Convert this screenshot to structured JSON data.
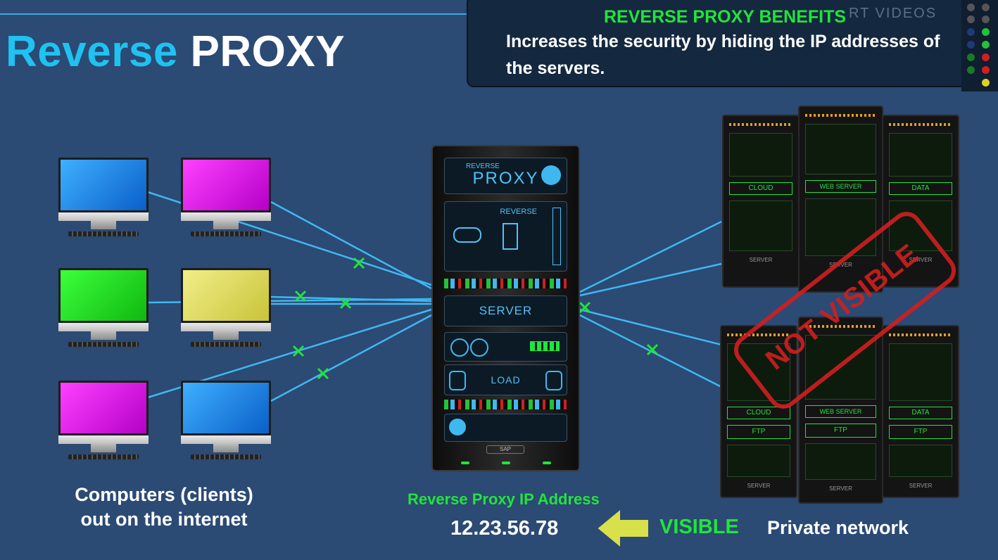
{
  "title": {
    "part1": "Reverse",
    "part2": "PROXY"
  },
  "benefits_panel": {
    "heading": "REVERSE PROXY BENEFITS",
    "ghost_text": "RT VIDEOS",
    "body": "Increases the security by hiding the IP addresses of the servers."
  },
  "clients": {
    "label_line1": "Computers (clients)",
    "label_line2": "out on the internet",
    "screen_colors": [
      "#1e8fe6",
      "#e21ee6",
      "#1ee61e",
      "#e6e066",
      "#e21ee6",
      "#1e8fe6"
    ]
  },
  "proxy_rack": {
    "panel_reverse": "REVERSE",
    "panel_proxy": "PROXY",
    "panel_server": "SERVER",
    "panel_load": "LOAD",
    "bottom_label": "SAP"
  },
  "proxy_ip": {
    "label": "Reverse Proxy IP Address",
    "value": "12.23.56.78"
  },
  "visible_label": "VISIBLE",
  "private_network_label": "Private network",
  "stamp_text": "NOT VISIBLE",
  "server_panels": [
    "CLOUD",
    "WEB SERVER",
    "DATA"
  ],
  "server_footer": "SERVER",
  "server_ftp": "FTP",
  "colors": {
    "accent_blue": "#1fc2f0",
    "accent_green": "#22e43a",
    "background": "#2b4a74",
    "stamp_red": "#d11f1f",
    "arrow_yellow": "#d8e04a",
    "line_blue": "#3fb8f0"
  }
}
